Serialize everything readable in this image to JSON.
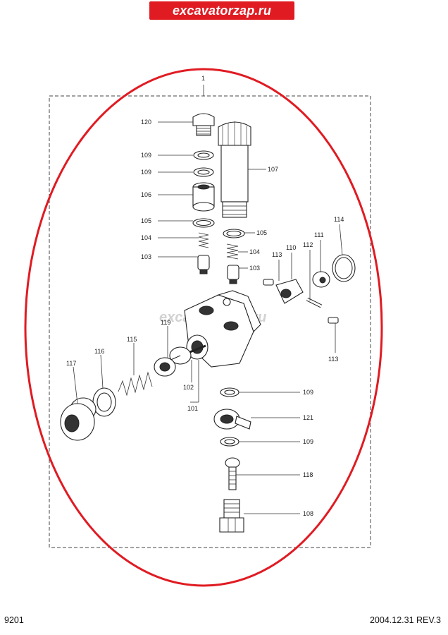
{
  "header": {
    "site_banner": "excavatorzap.ru"
  },
  "diagram": {
    "watermark": "excavatorzap.ru",
    "assembly_label": "1",
    "highlight_color": "#e01b22",
    "callouts": [
      {
        "id": "c120",
        "text": "120"
      },
      {
        "id": "c109a",
        "text": "109"
      },
      {
        "id": "c109b",
        "text": "109"
      },
      {
        "id": "c107",
        "text": "107"
      },
      {
        "id": "c106",
        "text": "106"
      },
      {
        "id": "c105a",
        "text": "105"
      },
      {
        "id": "c105b",
        "text": "105"
      },
      {
        "id": "c104a",
        "text": "104"
      },
      {
        "id": "c104b",
        "text": "104"
      },
      {
        "id": "c103a",
        "text": "103"
      },
      {
        "id": "c103b",
        "text": "103"
      },
      {
        "id": "c113a",
        "text": "113"
      },
      {
        "id": "c110",
        "text": "110"
      },
      {
        "id": "c112",
        "text": "112"
      },
      {
        "id": "c111",
        "text": "111"
      },
      {
        "id": "c114",
        "text": "114"
      },
      {
        "id": "c113b",
        "text": "113"
      },
      {
        "id": "c119",
        "text": "119"
      },
      {
        "id": "c115",
        "text": "115"
      },
      {
        "id": "c116",
        "text": "116"
      },
      {
        "id": "c117",
        "text": "117"
      },
      {
        "id": "c102",
        "text": "102"
      },
      {
        "id": "c101",
        "text": "101"
      },
      {
        "id": "c109c",
        "text": "109"
      },
      {
        "id": "c121",
        "text": "121"
      },
      {
        "id": "c109d",
        "text": "109"
      },
      {
        "id": "c118",
        "text": "118"
      },
      {
        "id": "c108",
        "text": "108"
      }
    ]
  },
  "footer": {
    "page_number": "9201",
    "revision": "2004.12.31  REV.3"
  }
}
